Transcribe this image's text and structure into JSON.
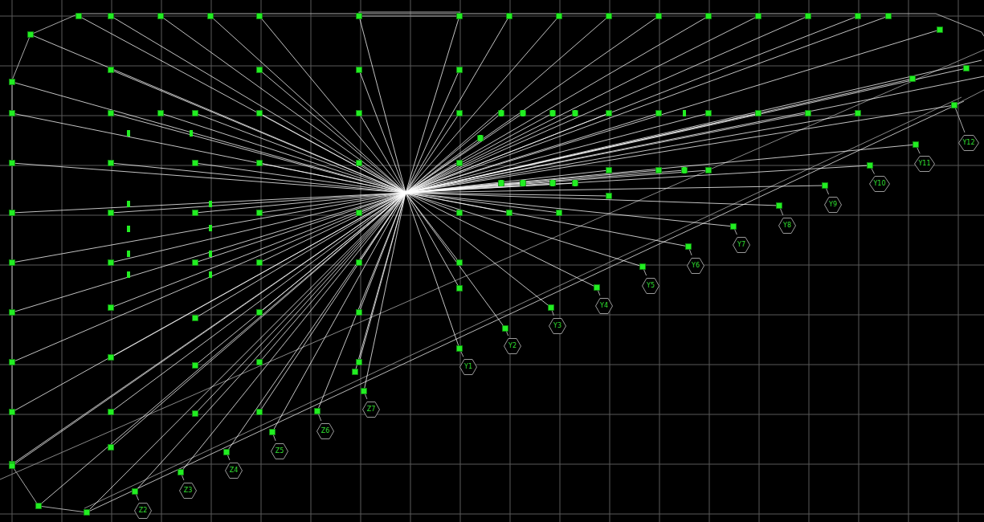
{
  "diagram": {
    "nodes": [
      {
        "text": [
          "Y1"
        ]
      },
      {
        "text": [
          "Y2"
        ]
      },
      {
        "text": [
          "Y3"
        ]
      },
      {
        "text": [
          "Y4"
        ]
      },
      {
        "text": [
          "Y5"
        ]
      },
      {
        "text": [
          "Y6"
        ]
      },
      {
        "text": [
          "Y7"
        ]
      },
      {
        "text": [
          "Y8"
        ]
      },
      {
        "text": [
          "Y9"
        ]
      },
      {
        "text": [
          "Y10"
        ]
      },
      {
        "text": [
          "Y11"
        ]
      },
      {
        "text": [
          "Y12"
        ]
      },
      {
        "text": [
          "Z2"
        ]
      },
      {
        "text": [
          "Z3"
        ]
      },
      {
        "text": [
          "Z4"
        ]
      },
      {
        "text": [
          "Z5"
        ]
      },
      {
        "text": [
          "Z6"
        ]
      },
      {
        "text": [
          "Z7"
        ]
      }
    ]
  }
}
